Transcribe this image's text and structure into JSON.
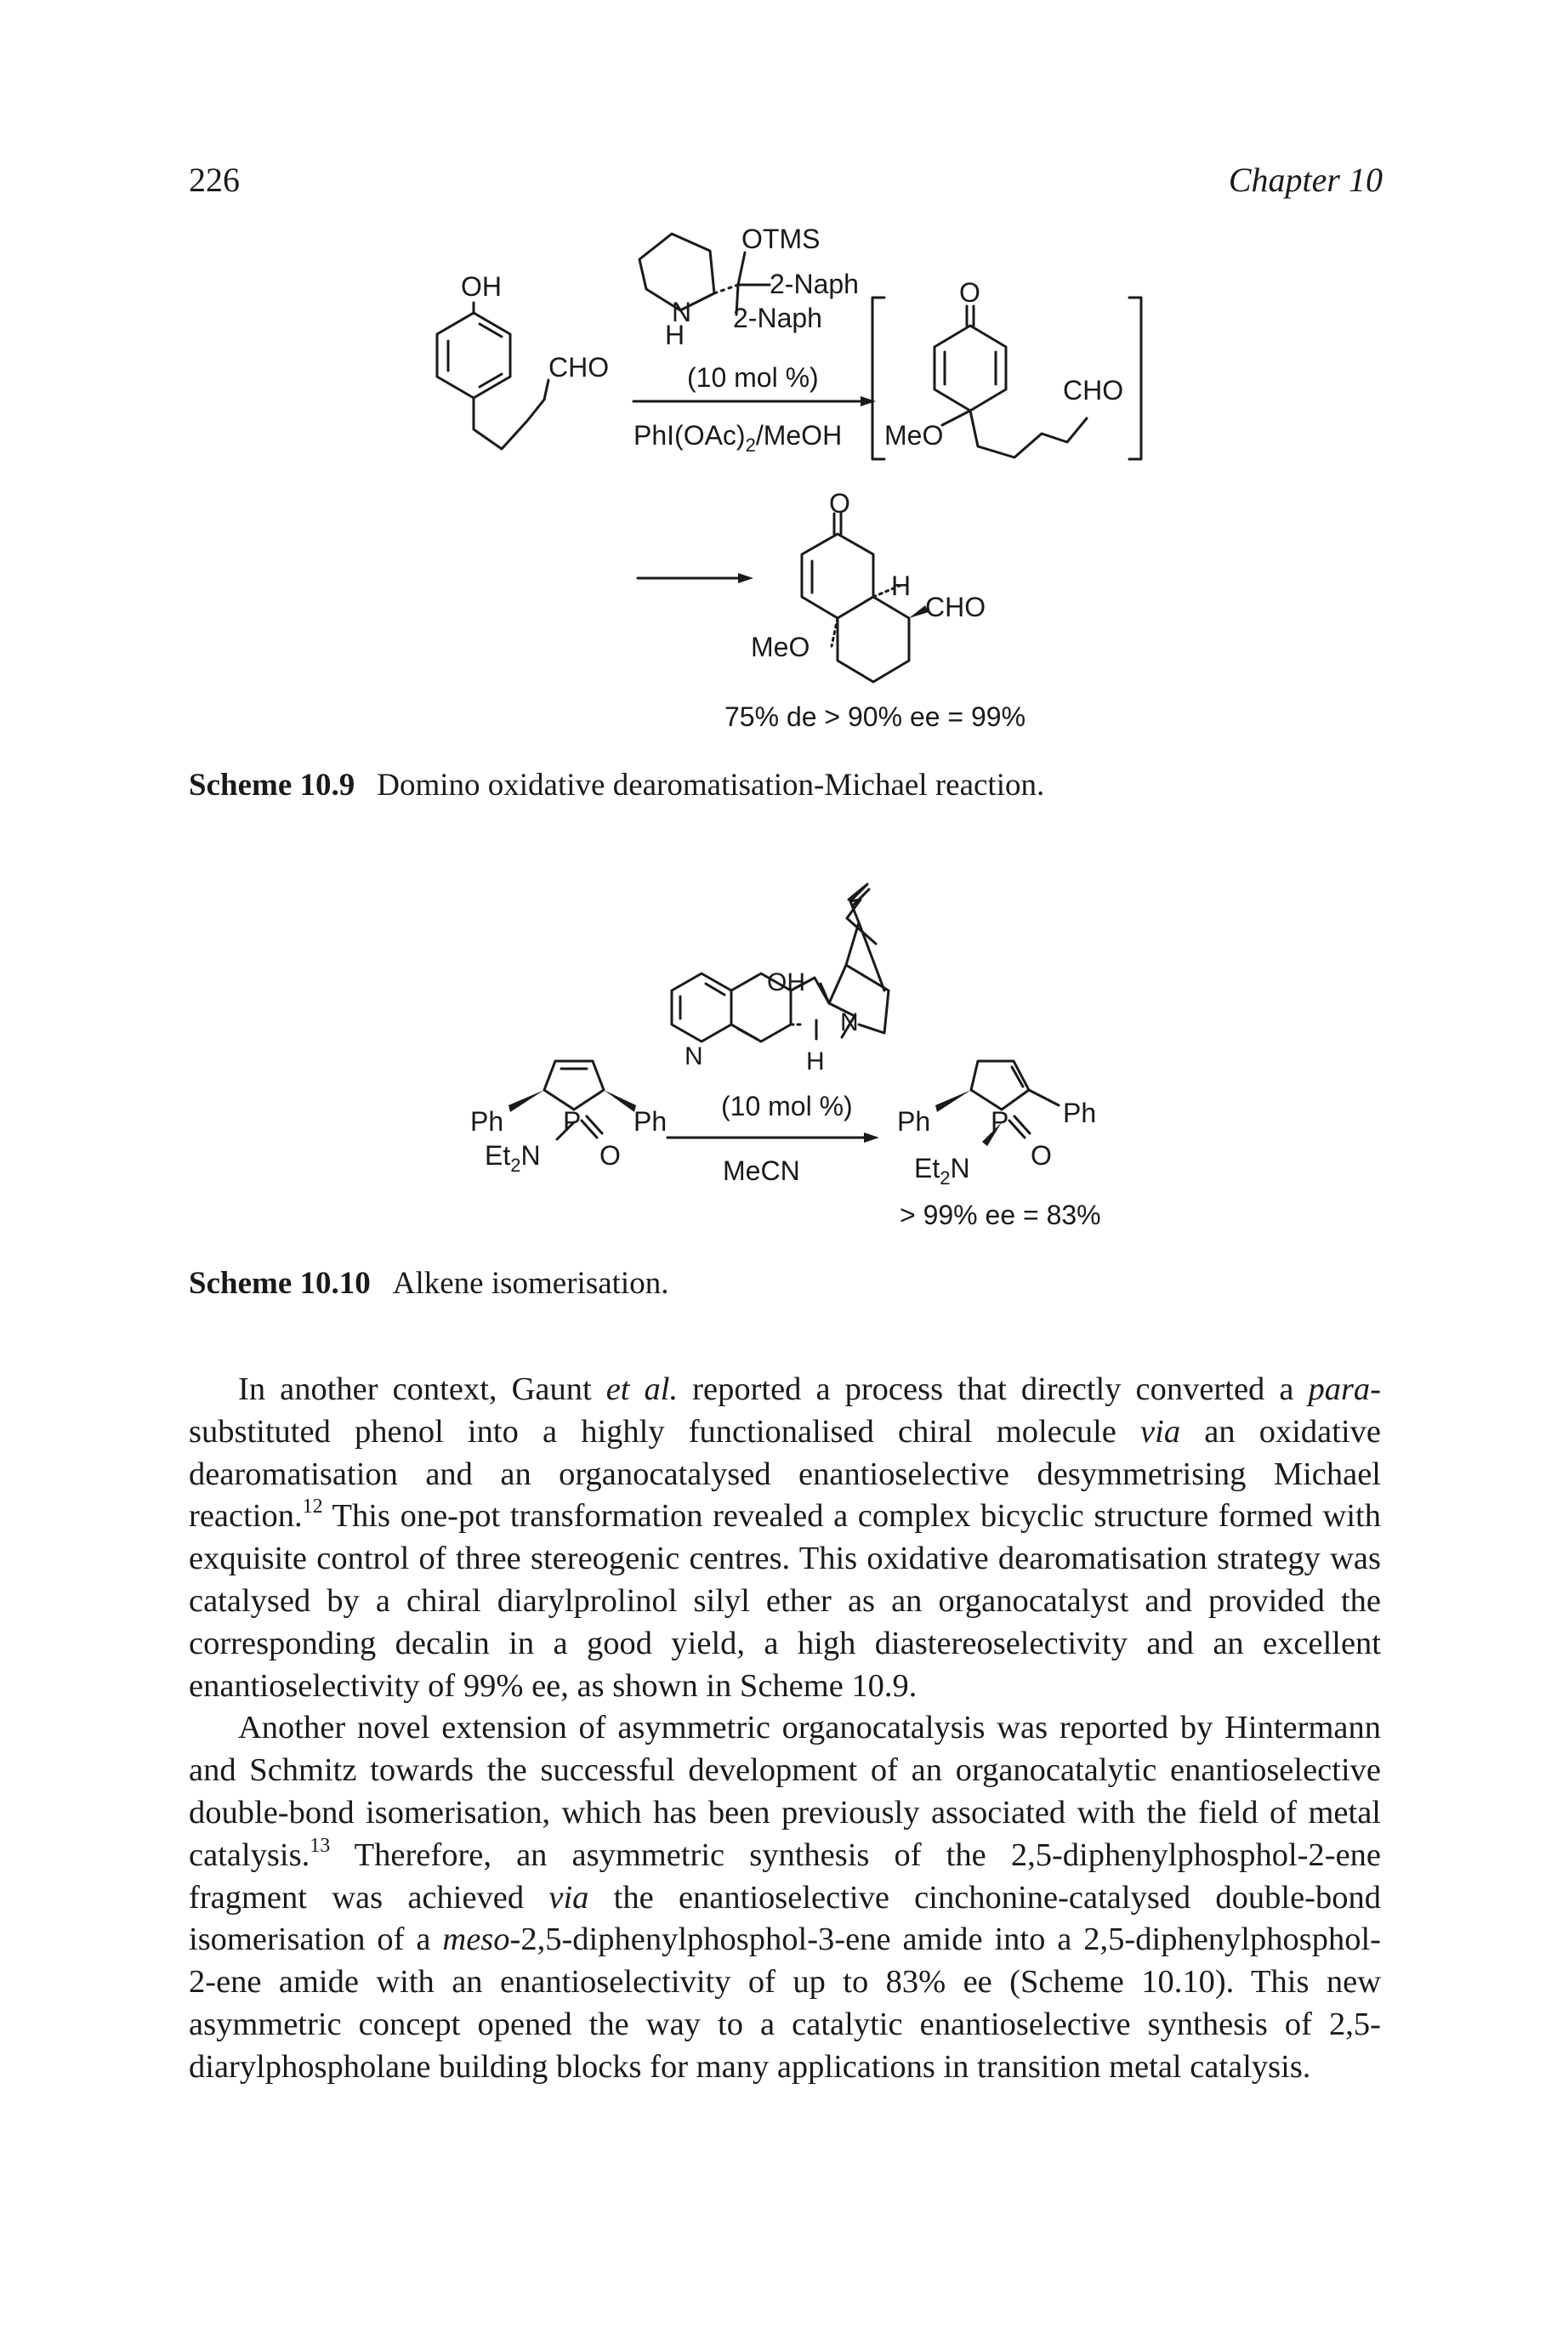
{
  "header": {
    "page_number": "226",
    "chapter": "Chapter 10"
  },
  "scheme1": {
    "reactant": {
      "oh": "OH",
      "cho": "CHO"
    },
    "catalyst": {
      "otms": "OTMS",
      "naph_a": "2-Naph",
      "naph_b": "2-Naph",
      "n": "N",
      "h": "H"
    },
    "loading": "(10 mol %)",
    "oxidant": "PhI(OAc)",
    "oxidant_sub": "2",
    "oxidant_tail": "/MeOH",
    "intermediate": {
      "o": "O",
      "meo": "MeO",
      "cho": "CHO"
    },
    "product": {
      "o": "O",
      "h": "H",
      "cho": "CHO",
      "meo": "MeO"
    },
    "result": "75% de > 90% ee = 99%",
    "caption_label": "Scheme 10.9",
    "caption_text": "Domino oxidative dearomatisation-Michael reaction."
  },
  "scheme2": {
    "catalyst": {
      "oh": "OH",
      "n_ring": "N",
      "n_bridge": "N",
      "h": "H"
    },
    "reactant": {
      "ph_left": "Ph",
      "ph_right": "Ph",
      "p": "P",
      "o": "O",
      "et": "Et",
      "et_sub": "2",
      "n": "N"
    },
    "loading": "(10 mol %)",
    "solvent": "MeCN",
    "product": {
      "ph_left": "Ph",
      "ph_right": "Ph",
      "p": "P",
      "o": "O",
      "et": "Et",
      "et_sub": "2",
      "n": "N"
    },
    "result": "> 99% ee = 83%",
    "caption_label": "Scheme 10.10",
    "caption_text": "Alkene isomerisation."
  },
  "body": {
    "p1": {
      "a": "In another context, Gaunt ",
      "etal": "et al.",
      "b": " reported a process that directly converted a ",
      "para": "para",
      "c": "-substituted phenol into a highly functionalised chiral molecule ",
      "via": "via",
      "d": " an oxidative dearomatisation and an organocatalysed enantioselective desymmetrising Michael reaction.",
      "ref": "12",
      "e": " This one-pot transformation revealed a complex bicyclic structure formed with exquisite control of three stereogenic centres. This oxidative dearomatisation strategy was catalysed by a chiral diarylprolinol silyl ether as an organocatalyst and provided the corresponding decalin in a good yield, a high diastereoselectivity and an excellent enantioselectivity of 99% ee, as shown in Scheme 10.9."
    },
    "p2": {
      "a": "Another novel extension of asymmetric organocatalysis was reported by Hintermann and Schmitz towards the successful development of an organocatalytic enantioselective double-bond isomerisation, which has been previously associated with the field of metal catalysis.",
      "ref": "13",
      "b": " Therefore, an asymmetric synthesis of the 2,5-diphenylphosphol-2-ene fragment was achieved ",
      "via": "via",
      "c": " the enantioselective cinchonine-catalysed double-bond isomerisation of a ",
      "meso": "meso",
      "d": "-2,5-diphenylphosphol-3-ene amide into a 2,5-diphenylphosphol-2-ene amide with an enantioselectivity of up to 83% ee (Scheme 10.10). This new asymmetric concept opened the way to a catalytic enantioselective synthesis of 2,5-diarylphospholane building blocks for many applications in transition metal catalysis."
    }
  }
}
